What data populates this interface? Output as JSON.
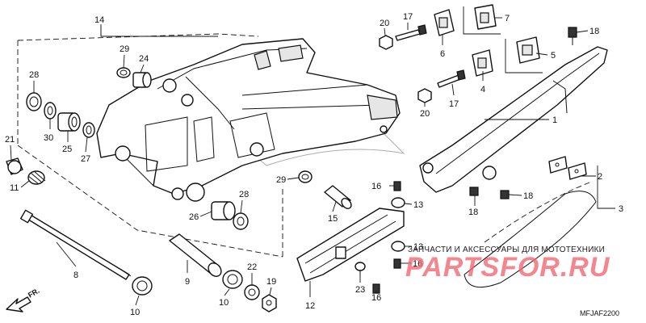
{
  "callouts": [
    "1",
    "2",
    "3",
    "4",
    "5",
    "6",
    "7",
    "8",
    "9",
    "10",
    "10",
    "11",
    "12",
    "13",
    "13",
    "14",
    "15",
    "16",
    "16",
    "16",
    "17",
    "17",
    "18",
    "18",
    "18",
    "19",
    "20",
    "20",
    "21",
    "22",
    "23",
    "24",
    "25",
    "26",
    "27",
    "28",
    "28",
    "29",
    "29",
    "30"
  ],
  "orientation_label": "FR.",
  "watermark_text": "ЗАПЧАСТИ И АКСЕССУАРЫ ДЛЯ МОТОТЕХНИКИ",
  "brand_text": "PARTSFOR.RU",
  "diagram_code": "MFJAF2200",
  "colors": {
    "line": "#111111",
    "watermark": "#f06570",
    "background": "#ffffff"
  },
  "icons": [
    "front-direction-arrow-icon",
    "honda-wing-watermark-icon"
  ]
}
